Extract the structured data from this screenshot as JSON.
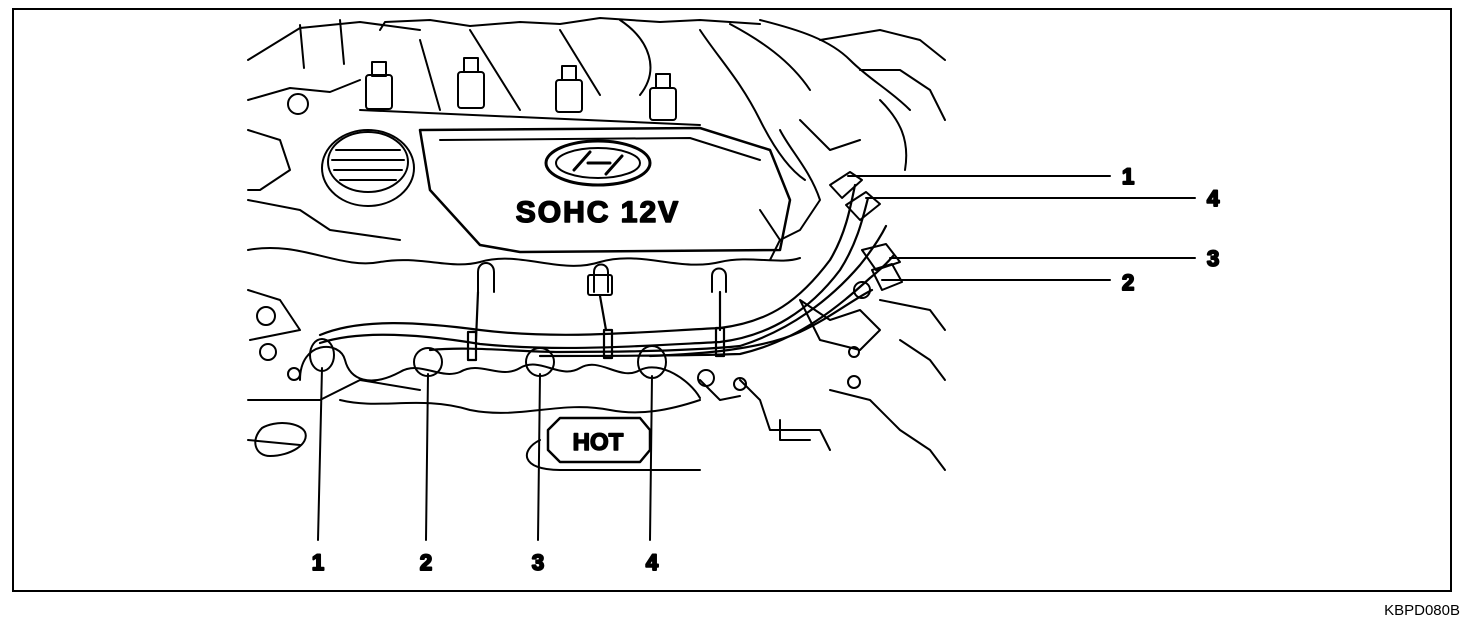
{
  "figure": {
    "cover_text": "SOHC 12V",
    "hot_label": "HOT",
    "code": "KBPD080B"
  },
  "callouts": {
    "bottom": [
      "1",
      "2",
      "3",
      "4"
    ],
    "right": [
      "1",
      "4",
      "3",
      "2"
    ]
  },
  "colors": {
    "line": "#000000",
    "background": "#ffffff"
  }
}
